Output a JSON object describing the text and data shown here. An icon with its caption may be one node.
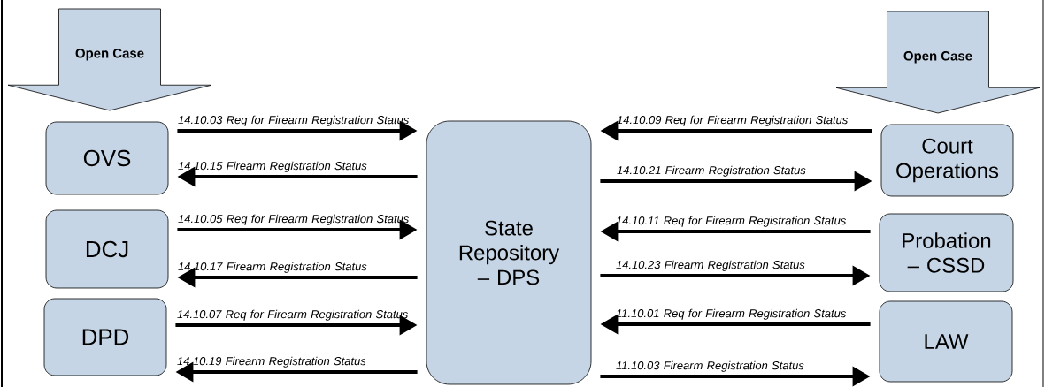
{
  "diagram": {
    "nodes": [
      {
        "text": [
          "Open Case"
        ]
      },
      {
        "text": [
          "Open Case"
        ]
      },
      {
        "text": [
          "OVS"
        ]
      },
      {
        "text": [
          "DCJ"
        ]
      },
      {
        "text": [
          "DPD"
        ]
      },
      {
        "text": [
          "State Repository – DPS"
        ]
      },
      {
        "text": [
          "Court Operations"
        ]
      },
      {
        "text": [
          "Probation – CSSD"
        ]
      },
      {
        "text": [
          "LAW"
        ]
      }
    ],
    "edges": [
      {
        "from": 2,
        "to": 5,
        "arrow": "to",
        "label": "14.10.03 Req for Firearm Registration Status"
      },
      {
        "from": 5,
        "to": 2,
        "arrow": "to",
        "label": "14.10.15 Firearm Registration Status"
      },
      {
        "from": 3,
        "to": 5,
        "arrow": "to",
        "label": "14.10.05 Req for Firearm Registration Status"
      },
      {
        "from": 5,
        "to": 3,
        "arrow": "to",
        "label": "14.10.17 Firearm Registration Status"
      },
      {
        "from": 4,
        "to": 5,
        "arrow": "to",
        "label": "14.10.07 Req for Firearm Registration Status"
      },
      {
        "from": 5,
        "to": 4,
        "arrow": "to",
        "label": "14.10.19 Firearm Registration Status"
      },
      {
        "from": 6,
        "to": 5,
        "arrow": "to",
        "label": "14.10.09 Req for Firearm Registration Status"
      },
      {
        "from": 5,
        "to": 6,
        "arrow": "to",
        "label": "14.10.21 Firearm Registration Status"
      },
      {
        "from": 7,
        "to": 5,
        "arrow": "to",
        "label": "14.10.11 Req for Firearm Registration Status"
      },
      {
        "from": 5,
        "to": 7,
        "arrow": "to",
        "label": "14.10.23 Firearm Registration Status"
      },
      {
        "from": 8,
        "to": 5,
        "arrow": "to",
        "label": "11.10.01 Req for Firearm Registration Status"
      },
      {
        "from": 5,
        "to": 8,
        "arrow": "to",
        "label": "11.10.03 Firearm Registration Status"
      }
    ]
  }
}
